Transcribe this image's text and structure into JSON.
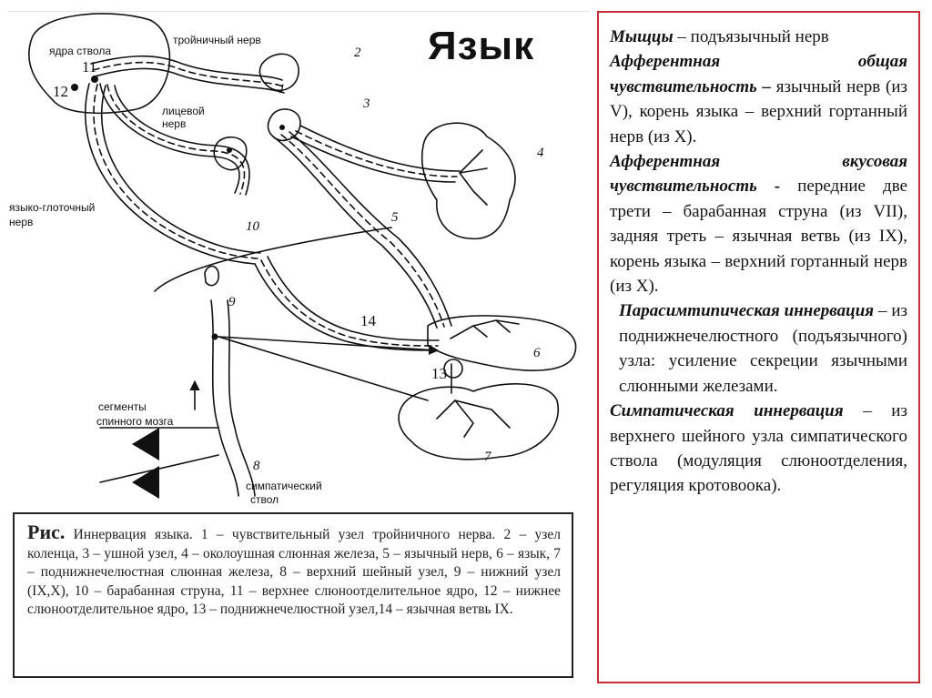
{
  "slide": {
    "title": "Язык"
  },
  "diagram": {
    "labels": {
      "nuclei": "ядра ствола",
      "trigeminal": "тройничный нерв",
      "facial_line1": "лицевой",
      "facial_line2": "нерв",
      "glosso_line1": "языко-глоточный",
      "glosso_line2": "нерв",
      "segments_line1": "сегменты",
      "segments_line2": "спинного мозга",
      "symp_line1": "симпатический",
      "symp_line2": "ствол"
    },
    "numbers": [
      "1",
      "2",
      "3",
      "4",
      "5",
      "6",
      "7",
      "8",
      "9",
      "10",
      "11",
      "12",
      "13",
      "14"
    ]
  },
  "caption": {
    "lead": "Рис.",
    "text": " Иннервация языка. 1 – чувствительный узел тройничного нерва. 2 – узел коленца, 3 – ушной узел, 4 – околоушная слюнная железа, 5 – язычный нерв, 6 – язык, 7 – поднижнечелюстная слюнная железа, 8 – верхний шейный узел, 9 – нижний узел (IX,X), 10 – барабанная струна, 11 – верхнее слюноотделительное ядро, 12 – нижнее слюноотделительное ядро, 13 – поднижнечелюстной узел,14 – язычная ветвь IX."
  },
  "panel": {
    "p1_head": "Мыщцы",
    "p1_text": " – подъязычный нерв",
    "p2_head": "Афферентная общая чувствительность –",
    "p2_text": " язычный нерв (из V),    корень языка – верхний гортанный нерв (из X).",
    "p3_head": "Афферентная вкусовая чувствительность -",
    "p3_text": " передние две трети – барабанная струна (из VII), задняя треть – язычная ветвь (из IX), корень языка – верхний гортанный нерв (из X).",
    "p4_head": "Парасимтипическая иннервация",
    "p4_text": " – из поднижнечелюстного (подъязычного) узла: усиление секреции язычными слюнными железами.",
    "p5_head": "Симпатическая иннервация",
    "p5_text": " – из верхнего шейного узла симпатического ствола (модуляция слюноотделения, регуляция кротовоока)."
  },
  "colors": {
    "panel_border": "#c3303a",
    "caption_border": "#222222"
  }
}
